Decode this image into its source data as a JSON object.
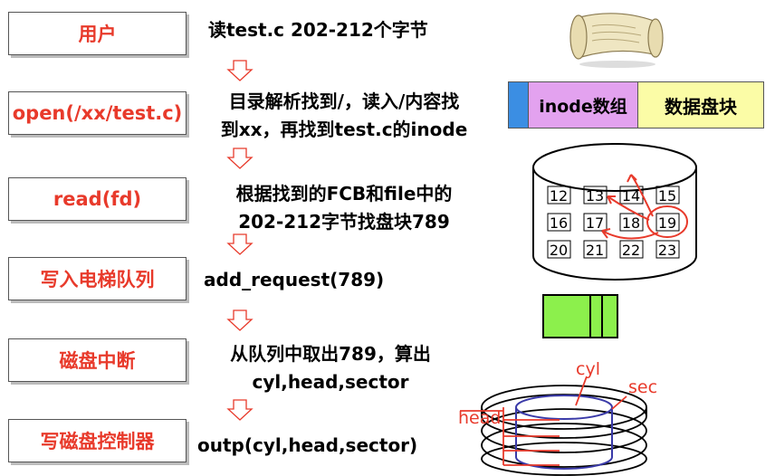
{
  "steps": [
    {
      "label": "用户",
      "desc_lines": [
        "读test.c 202-212个字节"
      ]
    },
    {
      "label": "open(/xx/test.c)",
      "desc_lines": [
        "目录解析找到/，读入/内容找",
        "到xx，再找到test.c的inode"
      ]
    },
    {
      "label": "read(fd)",
      "desc_lines": [
        "根据找到的FCB和file中的",
        "202-212字节找盘块789"
      ]
    },
    {
      "label": "写入电梯队列",
      "desc_lines": [
        "add_request(789)"
      ]
    },
    {
      "label": "磁盘中断",
      "desc_lines": [
        "从队列中取出789，算出",
        "cyl,head,sector"
      ]
    },
    {
      "label": "写磁盘控制器",
      "desc_lines": [
        "outp(cyl,head,sector)"
      ]
    }
  ],
  "disk_layout": {
    "inode_label": "inode数组",
    "data_label": "数据盘块"
  },
  "disk_blocks": {
    "rows": [
      [
        "12",
        "13",
        "14",
        "15"
      ],
      [
        "16",
        "17",
        "18",
        "19"
      ],
      [
        "20",
        "21",
        "22",
        "23"
      ]
    ]
  },
  "disk_geometry": {
    "cyl_label": "cyl",
    "sec_label": "sec",
    "head_label": "head"
  },
  "colors": {
    "step_text": "#e83a2b",
    "queue_fill": "#8cf04c",
    "inode_fill": "#e3a2ef",
    "data_fill": "#fbfca6",
    "boot_fill": "#3b8ee3",
    "accent": "#e83a2b"
  }
}
